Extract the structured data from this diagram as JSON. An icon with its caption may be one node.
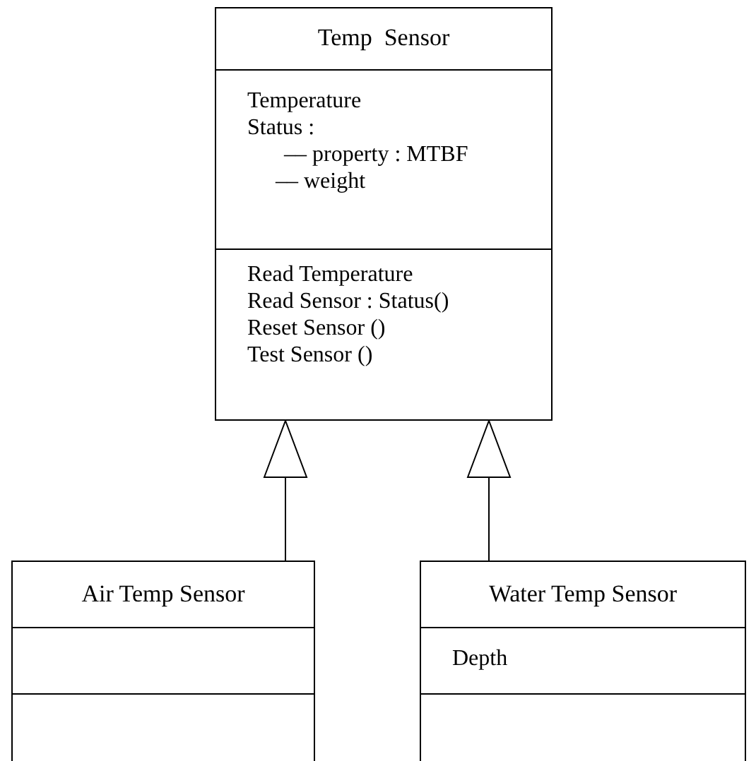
{
  "diagram": {
    "nodes": [
      {
        "text": [
          "Temp  Sensor"
        ]
      },
      {
        "text": [
          "Temperature",
          "Status :",
          "–– property : MTBF",
          "–– weight"
        ],
        "in": 0
      },
      {
        "text": [
          "Read Temperature",
          "Read Sensor : Status()",
          "Reset Sensor ()",
          "Test Sensor ()"
        ],
        "in": 0
      },
      {
        "text": [
          "Air Temp Sensor"
        ]
      },
      {
        "text": [],
        "shape": "box",
        "in": 3
      },
      {
        "text": [],
        "shape": "box",
        "in": 3
      },
      {
        "text": [
          "Water Temp Sensor"
        ]
      },
      {
        "text": [
          "Depth"
        ],
        "in": 6
      },
      {
        "text": [],
        "shape": "box",
        "in": 6
      }
    ],
    "edges": [
      {
        "from": 3,
        "to": 0,
        "arrow": "to"
      },
      {
        "from": 6,
        "to": 0,
        "arrow": "to"
      }
    ]
  }
}
